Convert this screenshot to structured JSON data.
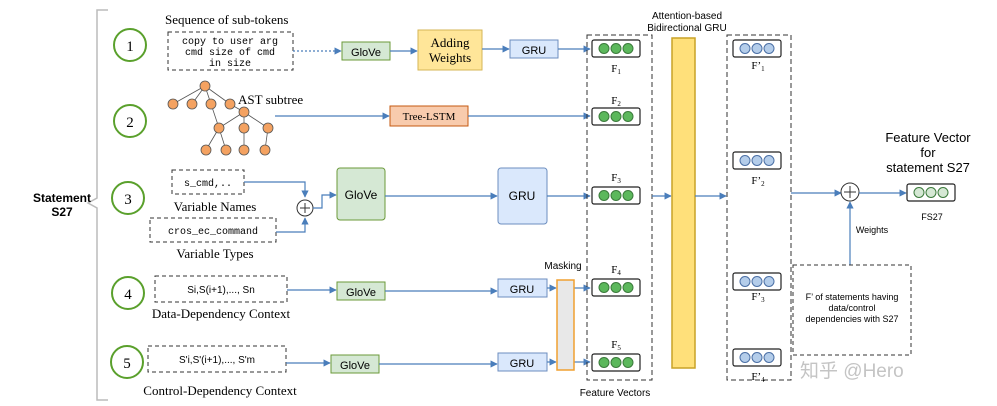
{
  "statement_label_line1": "Statement",
  "statement_label_line2": "S27",
  "rows": [
    {
      "number": "1",
      "title": "Sequence of sub-tokens",
      "token_lines": [
        "copy to user arg",
        "cmd size of cmd",
        "in size"
      ],
      "embed": "GloVe",
      "weight_box": "Adding",
      "weight_box_2": "Weights",
      "encoder": "GRU",
      "feature": "F",
      "feature_sub": "1"
    },
    {
      "number": "2",
      "title": "AST subtree",
      "encoder": "Tree-LSTM",
      "feature": "F",
      "feature_sub": "2"
    },
    {
      "number": "3",
      "var_names_value": "s_cmd,..",
      "var_names_label": "Variable Names",
      "var_types_value": "cros_ec_command",
      "var_types_label": "Variable Types",
      "embed": "GloVe",
      "encoder": "GRU",
      "feature": "F",
      "feature_sub": "3"
    },
    {
      "number": "4",
      "context_value": "Si,S(i+1),..., Sn",
      "context_label": "Data-Dependency Context",
      "embed": "GloVe",
      "encoder": "GRU",
      "feature": "F",
      "feature_sub": "4"
    },
    {
      "number": "5",
      "context_value": "S'i,S'(i+1),..., S'm",
      "context_label": "Control-Dependency Context",
      "embed": "GloVe",
      "encoder": "GRU",
      "feature": "F",
      "feature_sub": "5"
    }
  ],
  "masking_label": "Masking",
  "feature_vectors_label": "Feature Vectors",
  "attention_label_line1": "Attention-based",
  "attention_label_line2": "Bidirectional GRU",
  "attended_features": [
    {
      "label": "F’",
      "sub": "1"
    },
    {
      "label": "F’",
      "sub": "2"
    },
    {
      "label": "F’",
      "sub": "3"
    },
    {
      "label": "F’",
      "sub": "4"
    }
  ],
  "weights_label": "Weights",
  "weights_note": [
    "F’ of statements having",
    "data/control",
    "dependencies with S27"
  ],
  "output_title": [
    "Feature Vector",
    "for",
    "statement S27"
  ],
  "output_label": "FS27",
  "watermark": "知乎 @Hero",
  "colors": {
    "circle_border": "#5aa02c",
    "glove_fill": "#d5e8d4",
    "glove_border": "#6b9a3a",
    "weights_fill": "#ffe699",
    "weights_border": "#d6b656",
    "gru_fill": "#dae8fc",
    "gru_border": "#6c8ebf",
    "tree_lstm_fill": "#f8cbad",
    "tree_lstm_border": "#c55a11",
    "ast_node": "#f4a261",
    "bigru_fill": "#ffe07a",
    "bigru_border": "#c9a227",
    "mask_fill": "#e8e8e8",
    "mask_border": "#f0a030",
    "green_dot": "#5cb85c",
    "blue_dot": "#b4cdea",
    "arrow": "#4a7ebb"
  }
}
